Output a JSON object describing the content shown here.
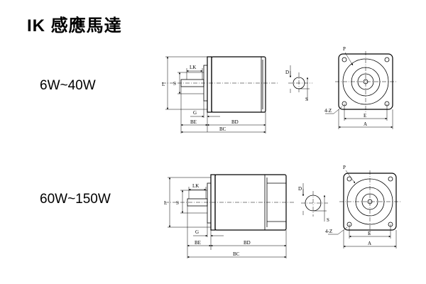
{
  "title": "IK 感應馬達",
  "motors": [
    {
      "range": "6W~40W",
      "labels": {
        "lk": "LK",
        "s": "S",
        "l": "L",
        "g": "G",
        "be": "BE",
        "bd": "BD",
        "bc": "BC",
        "d": "D",
        "s2": "S",
        "p": "P",
        "z": "4-Z",
        "e": "E",
        "a": "A"
      }
    },
    {
      "range": "60W~150W",
      "labels": {
        "lk": "LK",
        "s": "S",
        "l": "L",
        "g": "G",
        "be": "BE",
        "bd": "BD",
        "bc": "BC",
        "d": "D",
        "s2": "S",
        "p": "P",
        "z": "4-Z",
        "e": "E",
        "a": "A"
      }
    }
  ]
}
